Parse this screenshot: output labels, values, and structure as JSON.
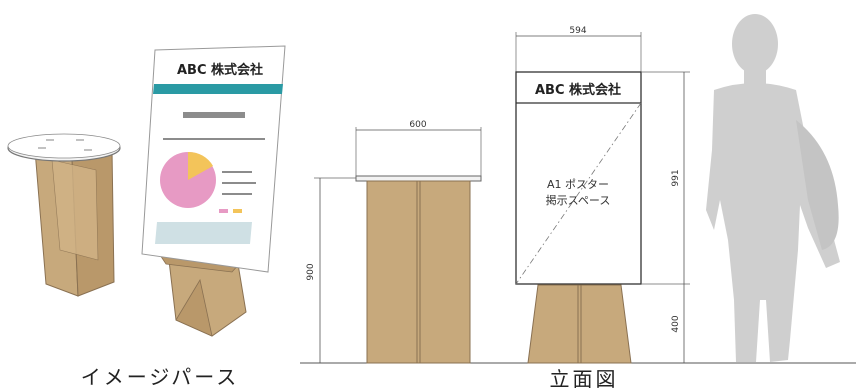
{
  "perspective": {
    "caption": "イメージパース",
    "poster_company": "ABC 株式会社",
    "colors": {
      "teal": "#2a9aa4",
      "pink": "#e79ac4",
      "yellow": "#f3c45a",
      "grey_block": "#cfe0e4",
      "kraft": "#c9a878"
    }
  },
  "elevation": {
    "caption": "立面図",
    "table_width": "600",
    "table_height": "900",
    "poster_width": "594",
    "poster_height": "991",
    "stand_height": "400",
    "poster_company": "ABC 株式会社",
    "poster_label_line1": "A1 ポスター",
    "poster_label_line2": "掲示スペース"
  },
  "colors": {
    "kraft": "#c7a97c",
    "kraft_edge": "#8a7152",
    "human": "#cfcfcf",
    "line": "#555555"
  }
}
